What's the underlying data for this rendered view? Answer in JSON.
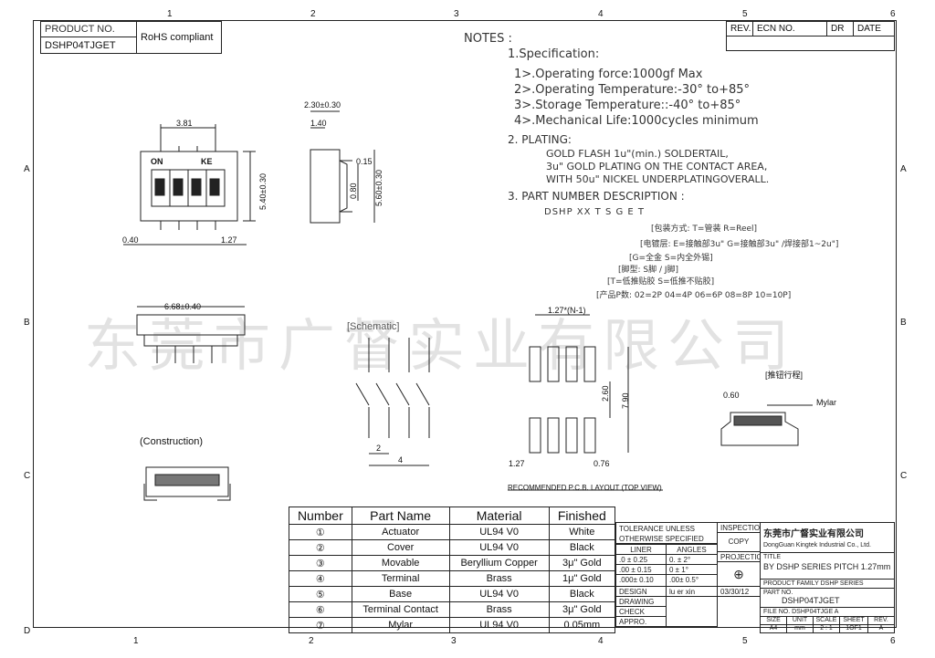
{
  "zones": {
    "top": [
      "1",
      "2",
      "3",
      "4",
      "5",
      "6"
    ],
    "bottom": [
      "1",
      "2",
      "3",
      "4",
      "5",
      "6"
    ],
    "left": [
      "A",
      "B",
      "C",
      "D"
    ],
    "right": [
      "A",
      "B",
      "C"
    ]
  },
  "title_block_top_left": {
    "product_label": "PRODUCT    NO.",
    "product_no": "DSHP04TJGET",
    "rohs": "RoHS  compliant"
  },
  "revision_block": {
    "rev": "REV.",
    "ecn": "ECN  NO.",
    "dr": "DR",
    "date": "DATE"
  },
  "notes": {
    "heading": "NOTES :",
    "spec_heading": "1.Specification:",
    "spec_items": [
      "1>.Operating force:1000gf Max",
      "2>.Operating Temperature:-30° to+85°",
      "3>.Storage Temperature::-40° to+85°",
      "4>.Mechanical Life:1000cycles minimum"
    ],
    "plating_heading": "2. PLATING:",
    "plating_items": [
      "GOLD FLASH 1u\"(min.) SOLDERTAIL,",
      "3u\" GOLD PLATING  ON THE CONTACT AREA,",
      "WITH 50u\" NICKEL UNDERPLATINGOVERALL."
    ],
    "pn_heading": "3. PART NUMBER DESCRIPTION :",
    "pn_code": "DSHP XX  T  S G E T",
    "pn_items": [
      "[包装方式: T=管装  R=Reel]",
      "[电镀层: E=接触部3u\" G=接触部3u\" /焊接部1~2u\"]",
      "[G=全金  S=内全外锡]",
      "[脚型: S脚 / J脚]",
      "[T=低推贴胶  S=低推不贴胶]",
      "[产品P数: 02=2P 04=4P 06=6P 08=8P 10=10P]"
    ]
  },
  "drawing_labels": {
    "dim_381": "3.81",
    "dim_540": "5.40±0.30",
    "dim_040": "0.40",
    "dim_127a": "1.27",
    "on": "ON",
    "ke": "KE",
    "side_230": "2.30±0.30",
    "side_140": "1.40",
    "side_015": "0.15",
    "side_080": "0.80",
    "side_560": "5.60±0.30",
    "front_668": "6.68±0.40",
    "schematic": "[Schematic]",
    "sch_2": "2",
    "sch_4": "4",
    "construction": "(Construction)",
    "pcb_pitch": "1.27*(N-1)",
    "pcb_260": "2.60",
    "pcb_790": "7.90",
    "pcb_127": "1.27",
    "pcb_076": "0.76",
    "pcb_caption": "RECOMMENDED P.C.B. LAYOUT (TOP VIEW)",
    "actuator_travel": "[推钮行程]",
    "mylar_dim": "0.60",
    "mylar": "Mylar",
    "numbers": [
      "1",
      "2",
      "3",
      "4"
    ]
  },
  "watermark": "东莞市广督实业有限公司",
  "material_table": {
    "headers": [
      "Number",
      "Part Name",
      "Material",
      "Finished"
    ],
    "rows": [
      {
        "num": "①",
        "part": "Actuator",
        "material": "UL94 V0",
        "finish": "White"
      },
      {
        "num": "②",
        "part": "Cover",
        "material": "UL94 V0",
        "finish": "Black"
      },
      {
        "num": "③",
        "part": "Movable",
        "material": "Beryllium Copper",
        "finish": "3μ\" Gold"
      },
      {
        "num": "④",
        "part": "Terminal",
        "material": "Brass",
        "finish": "1μ\" Gold"
      },
      {
        "num": "⑤",
        "part": "Base",
        "material": "UL94 V0",
        "finish": "Black"
      },
      {
        "num": "⑥",
        "part": "Terminal Contact",
        "material": "Brass",
        "finish": "3μ\" Gold"
      },
      {
        "num": "⑦",
        "part": "Mylar",
        "material": "UL94 V0",
        "finish": "0.05mm"
      }
    ]
  },
  "title_block": {
    "tolerance1": "TOLERANCE  UNLESS",
    "tolerance2": "OTHERWISE  SPECIFIED",
    "liner": "LINER",
    "angles": "ANGLES",
    "tol_rows": [
      [
        ".0  ±  0.25",
        "0.  ±  2°"
      ],
      [
        ".00 ±  0.15",
        "0  ±  1°"
      ],
      [
        ".000± 0.10",
        ".00±  0.5°"
      ]
    ],
    "inspection": "INSPECTION",
    "copy": "COPY",
    "projection": "PROJECTION",
    "company_cn": "东莞市广督实业有限公司",
    "company_en": "DongGuan Kingtek Industrial Co., Ltd.",
    "title_label": "TITLE",
    "title_value": "BY DSHP SERIES PITCH 1.27mm",
    "family": "PRODUCT FAMILY DSHP SERIES",
    "part_no_label": "PART NO.",
    "part_no": "DSHP04TJGET",
    "design": "DESIGN",
    "designer": "lu er xin",
    "date": "03/30/12",
    "drawing": "DRAWING",
    "check": "CHECK",
    "appro": "APPRO.",
    "file_no": "FILE NO.  DSHP04TJGE  A",
    "size_label": "SIZE",
    "unit_label": "UNIT",
    "scale_label": "SCALE",
    "sheet_label": "SHEET",
    "rev_label": "REV.",
    "size": "A4",
    "unit": "mm",
    "scale": "2 : 1",
    "sheet": "1OF1",
    "rev": "A"
  }
}
